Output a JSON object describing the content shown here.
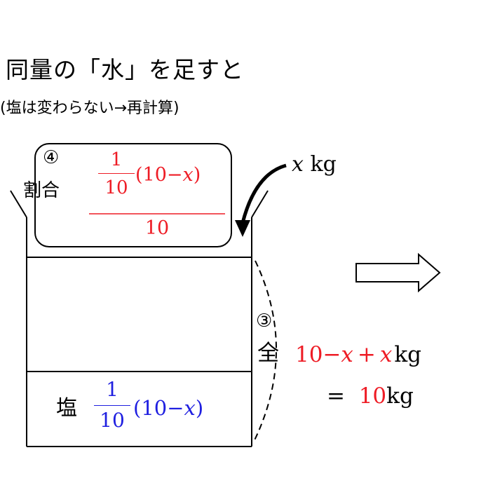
{
  "heading": {
    "title": "同量の「水」を足すと",
    "note": "(塩は変わらない→再計算)"
  },
  "diagram": {
    "ratio_box": {
      "circled_number": "④",
      "label": "割合",
      "outer_numerator": {
        "num": "1",
        "den": "10",
        "paren": "(10−",
        "var": "x",
        "paren_close": ")"
      },
      "outer_denominator": "10"
    },
    "water_added": {
      "var": "x",
      "unit": "kg"
    },
    "salt_layer": {
      "label": "塩",
      "num": "1",
      "den": "10",
      "paren": "(10−",
      "var": "x",
      "paren_close": ")"
    },
    "total": {
      "circled_number": "③",
      "label": "全",
      "expr_a": "10−",
      "var1": "x",
      "plus": "+",
      "var2": "x",
      "unit": "kg",
      "equals": "=",
      "result": "10",
      "result_unit": "kg"
    },
    "colors": {
      "red": "#ee1c25",
      "blue": "#1f1fe0",
      "line": "#000000"
    }
  }
}
